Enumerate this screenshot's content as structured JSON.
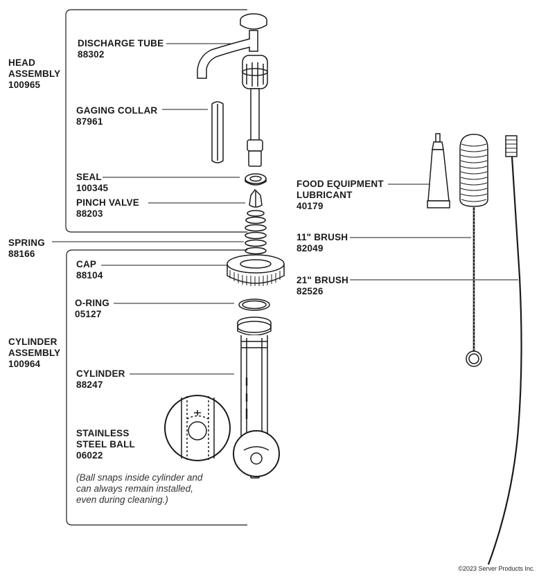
{
  "groups": {
    "head": {
      "name_line1": "HEAD",
      "name_line2": "ASSEMBLY",
      "part": "100965"
    },
    "spring": {
      "name": "SPRING",
      "part": "88166"
    },
    "cylinder": {
      "name_line1": "CYLINDER",
      "name_line2": "ASSEMBLY",
      "part": "100964"
    }
  },
  "parts": {
    "discharge_tube": {
      "name": "DISCHARGE TUBE",
      "part": "88302"
    },
    "gaging_collar": {
      "name": "GAGING COLLAR",
      "part": "87961"
    },
    "seal": {
      "name": "SEAL",
      "part": "100345"
    },
    "pinch_valve": {
      "name": "PINCH VALVE",
      "part": "88203"
    },
    "cap": {
      "name": "CAP",
      "part": "88104"
    },
    "o_ring": {
      "name": "O-RING",
      "part": "05127"
    },
    "cylinder": {
      "name": "CYLINDER",
      "part": "88247"
    },
    "steel_ball": {
      "name_line1": "STAINLESS",
      "name_line2": "STEEL BALL",
      "part": "06022"
    },
    "lubricant": {
      "name_line1": "FOOD EQUIPMENT",
      "name_line2": "LUBRICANT",
      "part": "40179"
    },
    "brush_11": {
      "name": "11\" BRUSH",
      "part": "82049"
    },
    "brush_21": {
      "name": "21\" BRUSH",
      "part": "82526"
    }
  },
  "note": {
    "line1": "(Ball snaps inside cylinder and",
    "line2": "can always remain installed,",
    "line3": "even during cleaning.)"
  },
  "copyright": "©2023 Server Products Inc."
}
